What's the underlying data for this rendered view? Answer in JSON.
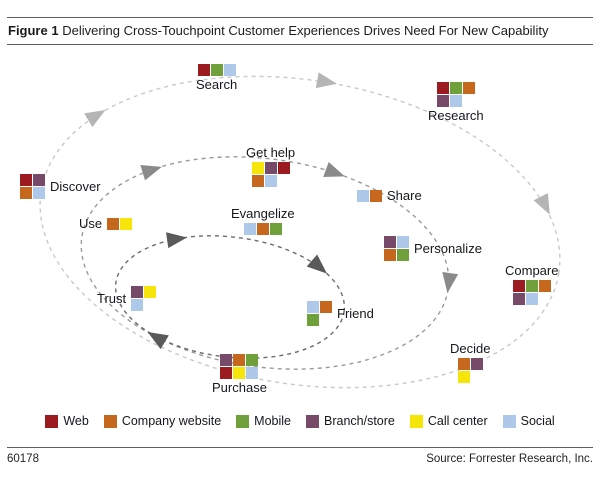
{
  "title": {
    "prefix": "Figure 1",
    "text": "Delivering Cross-Touchpoint Customer Experiences Drives Need For New Capability"
  },
  "channels": {
    "web": {
      "label": "Web",
      "color": "#9B1B20"
    },
    "company": {
      "label": "Company website",
      "color": "#C6671E"
    },
    "mobile": {
      "label": "Mobile",
      "color": "#6FA03C"
    },
    "branch": {
      "label": "Branch/store",
      "color": "#764A68"
    },
    "call": {
      "label": "Call center",
      "color": "#F5E50A"
    },
    "social": {
      "label": "Social",
      "color": "#ADC8E8"
    }
  },
  "legend": {
    "order": [
      "web",
      "company",
      "mobile",
      "branch",
      "call",
      "social"
    ]
  },
  "rings": {
    "outer": {
      "color": "#C9C9C9",
      "arrow": "#B5B5B5"
    },
    "middle": {
      "color": "#9A9A9A",
      "arrow": "#8A8A8A"
    },
    "inner": {
      "color": "#6B6B6B",
      "arrow": "#5A5A5A"
    }
  },
  "nodes": {
    "discover": {
      "label": "Discover",
      "rows": [
        [
          "web",
          "branch"
        ],
        [
          "company",
          "social"
        ]
      ]
    },
    "search": {
      "label": "Search",
      "rows": [
        [
          "web",
          "mobile",
          "social"
        ]
      ]
    },
    "research": {
      "label": "Research",
      "rows": [
        [
          "web",
          "mobile",
          "company"
        ],
        [
          "branch",
          "social"
        ]
      ]
    },
    "compare": {
      "label": "Compare",
      "rows": [
        [
          "web",
          "mobile",
          "company"
        ],
        [
          "branch",
          "social"
        ]
      ]
    },
    "decide": {
      "label": "Decide",
      "rows": [
        [
          "company",
          "branch"
        ],
        [
          "call"
        ]
      ]
    },
    "purchase": {
      "label": "Purchase",
      "rows": [
        [
          "branch",
          "company",
          "mobile"
        ],
        [
          "web",
          "call",
          "social"
        ]
      ]
    },
    "use": {
      "label": "Use",
      "rows": [
        [
          "company",
          "call"
        ]
      ]
    },
    "gethelp": {
      "label": "Get help",
      "rows": [
        [
          "call",
          "branch",
          "web"
        ],
        [
          "company",
          "social"
        ]
      ]
    },
    "share": {
      "label": "Share",
      "rows": [
        [
          "social",
          "company"
        ]
      ]
    },
    "personalize": {
      "label": "Personalize",
      "rows": [
        [
          "branch",
          "social"
        ],
        [
          "company",
          "mobile"
        ]
      ]
    },
    "trust": {
      "label": "Trust",
      "rows": [
        [
          "branch",
          "call"
        ],
        [
          "social"
        ]
      ]
    },
    "evangelize": {
      "label": "Evangelize",
      "rows": [
        [
          "social",
          "company",
          "mobile"
        ]
      ]
    },
    "friend": {
      "label": "Friend",
      "rows": [
        [
          "social",
          "company"
        ],
        [
          "mobile"
        ]
      ]
    }
  },
  "footer": {
    "code": "60178",
    "source": "Source: Forrester Research, Inc."
  }
}
